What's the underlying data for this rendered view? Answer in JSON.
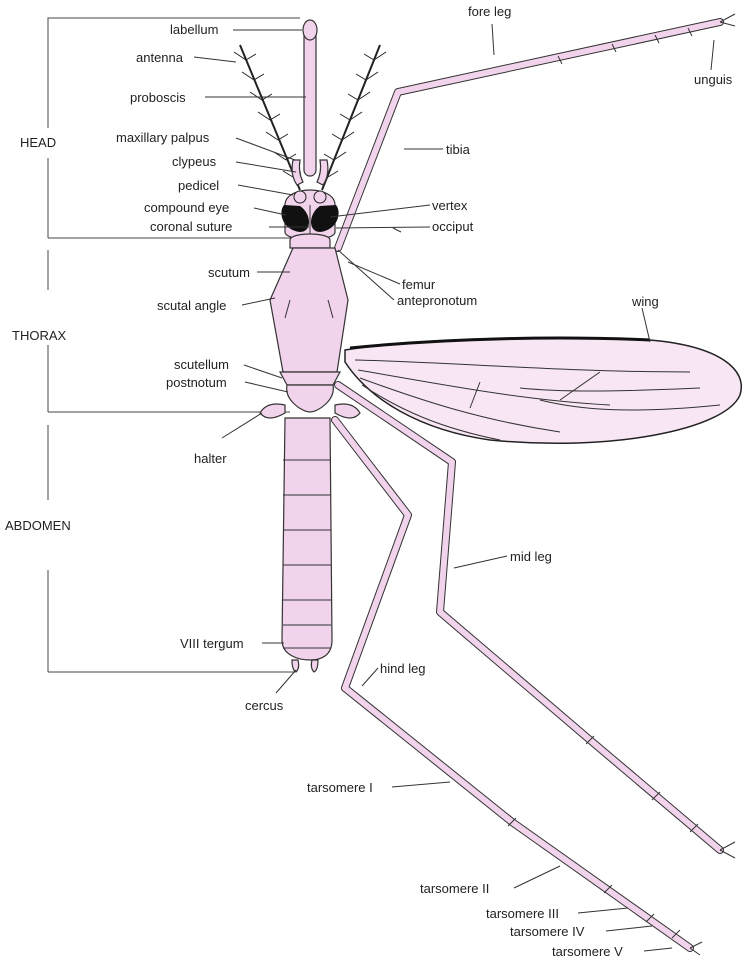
{
  "sections": {
    "head": "HEAD",
    "thorax": "THORAX",
    "abdomen": "ABDOMEN"
  },
  "labels": {
    "labellum": "labellum",
    "antenna": "antenna",
    "proboscis": "proboscis",
    "maxillary_palpus": "maxillary palpus",
    "clypeus": "clypeus",
    "pedicel": "pedicel",
    "compound_eye": "compound eye",
    "coronal_suture": "coronal suture",
    "scutum": "scutum",
    "scutal_angle": "scutal angle",
    "scutellum": "scutellum",
    "postnotum": "postnotum",
    "halter": "halter",
    "viii_tergum": "VIII tergum",
    "cercus": "cercus",
    "fore_leg": "fore leg",
    "unguis": "unguis",
    "tibia": "tibia",
    "vertex": "vertex",
    "occiput": "occiput",
    "femur": "femur",
    "antepronotum": "antepronotum",
    "wing": "wing",
    "mid_leg": "mid leg",
    "hind_leg": "hind leg",
    "tarsomere_i": "tarsomere I",
    "tarsomere_ii": "tarsomere II",
    "tarsomere_iii": "tarsomere III",
    "tarsomere_iv": "tarsomere IV",
    "tarsomere_v": "tarsomere V"
  },
  "colors": {
    "body_fill": "#f2d3ec",
    "outline": "#333333",
    "eye": "#111111"
  }
}
